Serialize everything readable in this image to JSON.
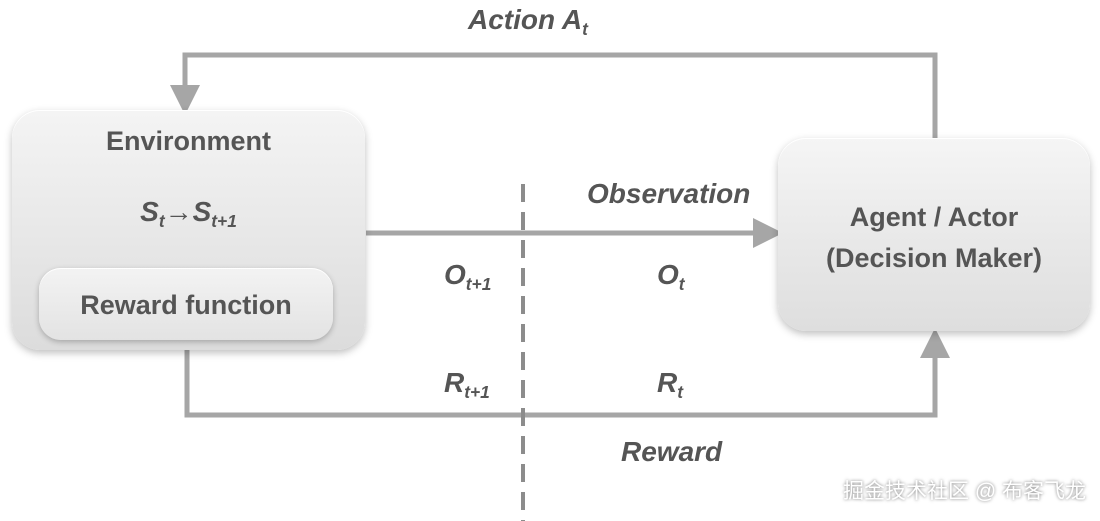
{
  "environment": {
    "title": "Environment",
    "state_from": "S",
    "state_from_sub": "t",
    "arrow_glyph": "→",
    "state_to": "S",
    "state_to_sub": "t+1",
    "reward_function": "Reward function"
  },
  "agent": {
    "line1": "Agent / Actor",
    "line2": "(Decision Maker)"
  },
  "action": {
    "label": "Action A",
    "sub": "t"
  },
  "observation": {
    "label": "Observation",
    "left": "O",
    "left_sub": "t+1",
    "right": "O",
    "right_sub": "t"
  },
  "reward": {
    "label": "Reward",
    "left": "R",
    "left_sub": "t+1",
    "right": "R",
    "right_sub": "t"
  },
  "watermark": "掘金技术社区 @ 布客飞龙",
  "colors": {
    "line": "#a6a6a6",
    "text": "#555555",
    "divider": "#8c8c8c"
  }
}
